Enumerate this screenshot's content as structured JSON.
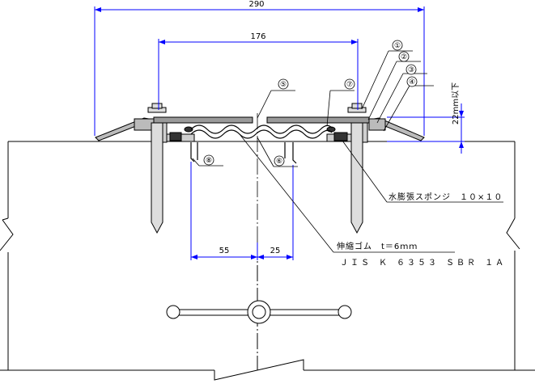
{
  "dimensions": {
    "overall_width": "290",
    "inner_width": "176",
    "left_offset": "55",
    "right_offset": "25",
    "height_limit": "22mm以下"
  },
  "part_markers": [
    "①",
    "②",
    "③",
    "④",
    "⑤",
    "⑥",
    "⑦",
    "⑧"
  ],
  "notes": {
    "sponge": "水膨張スポンジ　１０×１０",
    "rubber": "伸縮ゴム　t＝6ｍｍ",
    "standard": "ＪＩＳ Ｋ ６３５３ ＳＢＲ １Ａ"
  },
  "colors": {
    "dimension_lines": "#0000ff",
    "linework": "#000000"
  }
}
